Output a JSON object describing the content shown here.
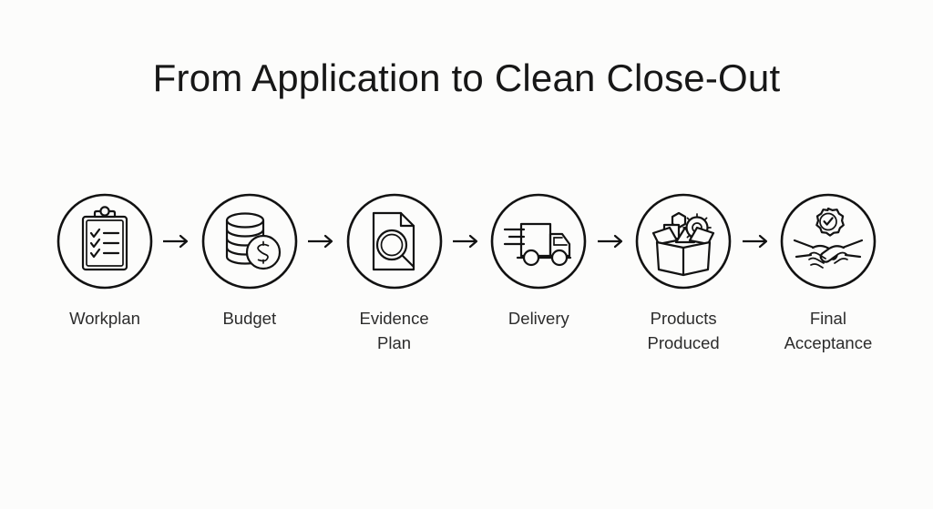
{
  "page": {
    "title": "From Application to Clean Close-Out",
    "background_color": "#fcfcfb",
    "ink_color": "#121212",
    "text_color": "#2c2c2c"
  },
  "flow": {
    "arrow_glyph": "→",
    "steps": [
      {
        "label": "Workplan",
        "label_line1": "Workplan",
        "label_line2": "",
        "icon": "clipboard-checklist-icon"
      },
      {
        "label": "Budget",
        "label_line1": "Budget",
        "label_line2": "",
        "icon": "coin-stack-dollar-icon"
      },
      {
        "label": "Evidence Plan",
        "label_line1": "Evidence",
        "label_line2": "Plan",
        "icon": "document-magnifier-icon"
      },
      {
        "label": "Delivery",
        "label_line1": "Delivery",
        "label_line2": "",
        "icon": "delivery-truck-icon"
      },
      {
        "label": "Products Produced",
        "label_line1": "Products",
        "label_line2": "Produced",
        "icon": "open-box-products-icon"
      },
      {
        "label": "Final Acceptance",
        "label_line1": "Final",
        "label_line2": "Acceptance",
        "icon": "handshake-badge-icon"
      }
    ]
  }
}
